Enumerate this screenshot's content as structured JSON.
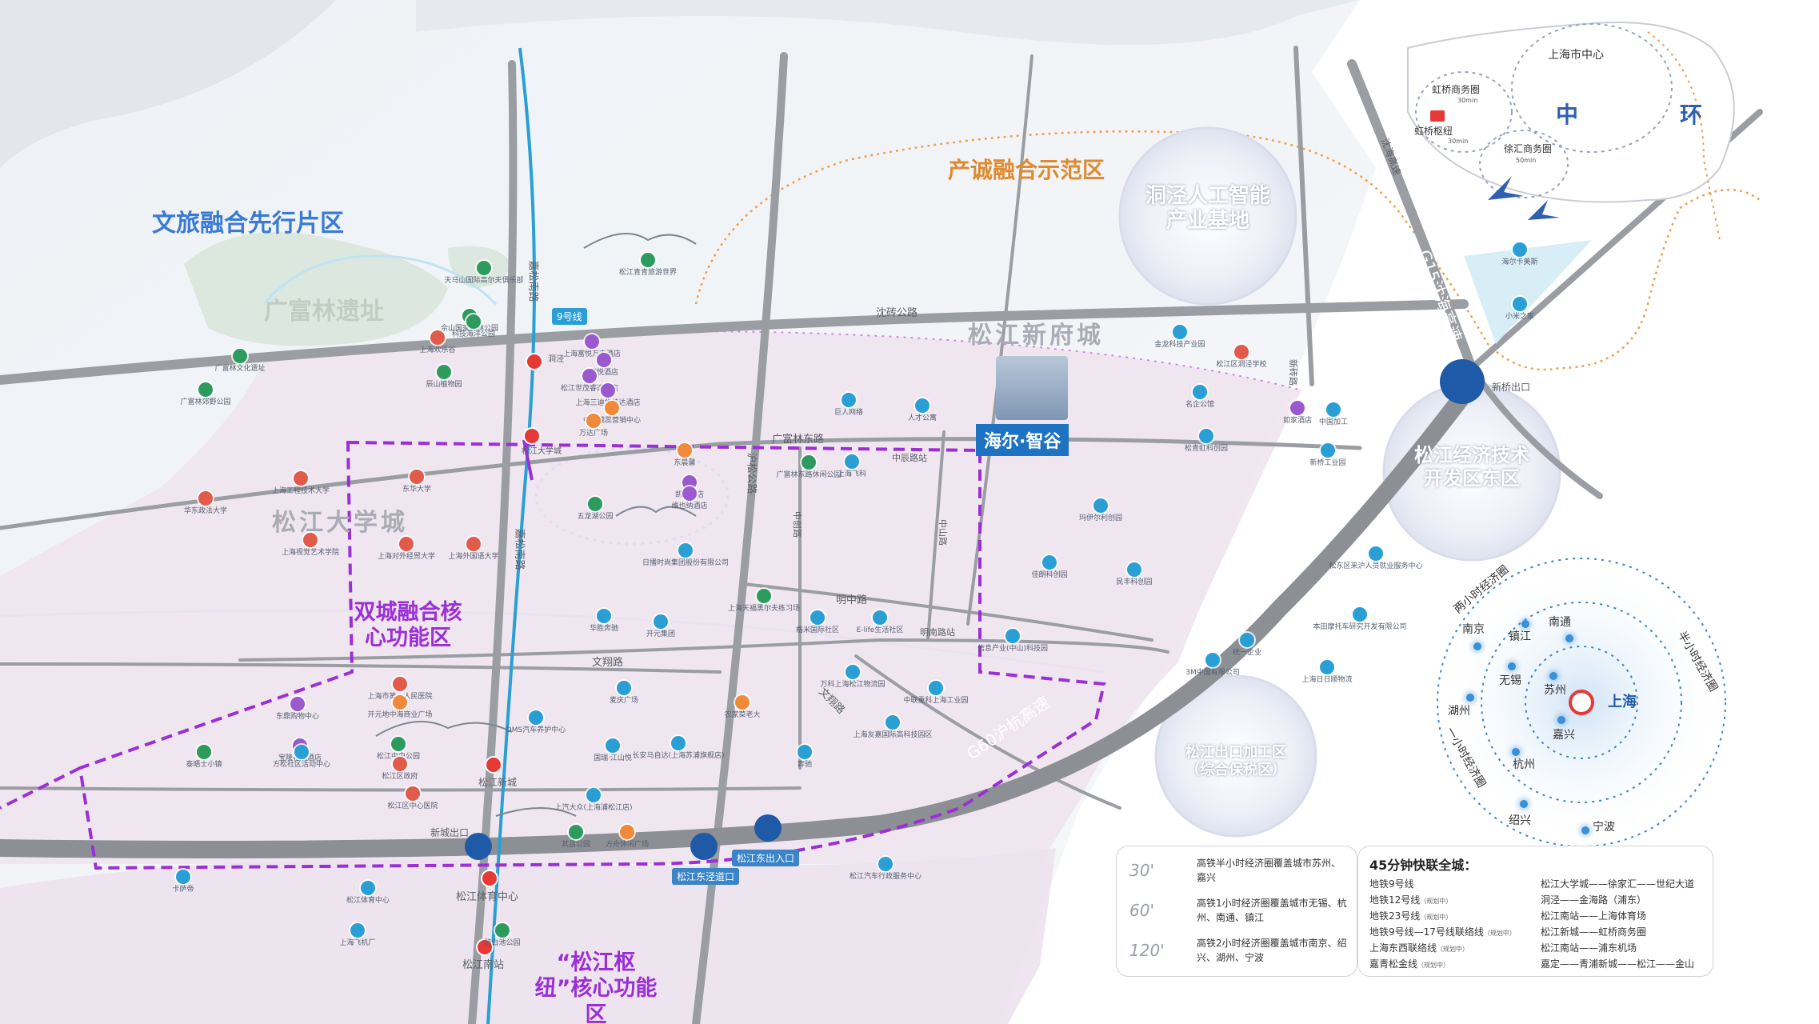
{
  "zones": {
    "wenlv": "文旅融合先行片区",
    "chancheng": "产诚融合示范区",
    "dongjing": "洞泾人工智能产业基地",
    "songjiang_xinfu": "松江新府城",
    "daxuecheng": "松江大学城",
    "shuangcheng": "双城融合核心功能区",
    "econ_dev": "松江经济技术开发区东区",
    "export": "松江出口加工区（综合保税区）",
    "shuniu": "“松江枢纽”核心功能区",
    "guangfulin": "广富林遗址"
  },
  "roads": {
    "shenzhuan": "沈砖公路",
    "guangfulin": "广富林东路",
    "mingzhong": "明中路",
    "wenxiang": "文翔路",
    "wenxiang2": "文翔路",
    "jiasong_north": "嘉松南路",
    "jiasong_south": "嘉松南路",
    "husong": "沪松公路",
    "zhongchuang": "中创路",
    "zhongshan": "中山路",
    "xinzhuan": "新砖路",
    "g60a": "G60沪杭高速",
    "g60b": "G60沪杭高速",
    "shenhai": "沈海高速",
    "g15": "G15沈海高速",
    "line9": "9号线"
  },
  "stations": [
    {
      "name": "洞泾"
    },
    {
      "name": "松江大学城"
    },
    {
      "name": "松江新城"
    },
    {
      "name": "松江体育中心"
    },
    {
      "name": "松江南站"
    },
    {
      "name": "中辰路站"
    },
    {
      "name": "明南路站"
    }
  ],
  "exits": {
    "xincheng": "新城出口",
    "dongjing": "松江东泾道口",
    "dongchu": "松江东出入口",
    "xinqiao": "新桥出口"
  },
  "project": {
    "name": "海尔·智谷"
  },
  "pois": [
    {
      "name": "松江青青旅游世界",
      "c": "#2e9b5e"
    },
    {
      "name": "天马山国际高尔夫俱乐部",
      "c": "#2e9b5e"
    },
    {
      "name": "佘山国家森林公园",
      "c": "#2e9b5e"
    },
    {
      "name": "科技海洋公园",
      "c": "#2e9b5e"
    },
    {
      "name": "上海欢乐谷",
      "c": "#e15a4a"
    },
    {
      "name": "辰山植物园",
      "c": "#2e9b5e"
    },
    {
      "name": "广富林文化遗址",
      "c": "#2e9b5e"
    },
    {
      "name": "广富林郊野公园",
      "c": "#2e9b5e"
    },
    {
      "name": "上海工程技术大学",
      "c": "#e15a4a"
    },
    {
      "name": "东华大学",
      "c": "#e15a4a"
    },
    {
      "name": "上海视觉艺术学院",
      "c": "#e15a4a"
    },
    {
      "name": "上海对外经贸大学",
      "c": "#e15a4a"
    },
    {
      "name": "上海外国语大学",
      "c": "#e15a4a"
    },
    {
      "name": "华东政法大学",
      "c": "#e15a4a"
    },
    {
      "name": "上海富悦万丰酒店",
      "c": "#9b59d0"
    },
    {
      "name": "富悦酒店",
      "c": "#9b59d0"
    },
    {
      "name": "松江世茂睿选酒店",
      "c": "#9b59d0"
    },
    {
      "name": "上海三迪华美达酒店",
      "c": "#9b59d0"
    },
    {
      "name": "中展璞蕊营销中心",
      "c": "#f08a3a"
    },
    {
      "name": "万达广场",
      "c": "#f08a3a"
    },
    {
      "name": "泰晤士小镇",
      "c": "#2e9b5e"
    },
    {
      "name": "五龙湖公园",
      "c": "#2e9b5e"
    },
    {
      "name": "日播时尚集团股份有限公司",
      "c": "#2a9fd6"
    },
    {
      "name": "凯悦酒店",
      "c": "#9b59d0"
    },
    {
      "name": "维也纳酒店",
      "c": "#9b59d0"
    },
    {
      "name": "东晨馨",
      "c": "#f08a3a"
    },
    {
      "name": "广富林东路休闲公园",
      "c": "#2e9b5e"
    },
    {
      "name": "上海天福黑尔夫练习场",
      "c": "#2e9b5e"
    },
    {
      "name": "华胜奔驰",
      "c": "#2a9fd6"
    },
    {
      "name": "格米国际社区",
      "c": "#2a9fd6"
    },
    {
      "name": "开元集团",
      "c": "#2a9fd6"
    },
    {
      "name": "E-life生活社区",
      "c": "#2a9fd6"
    },
    {
      "name": "信息产业(中山)科技园",
      "c": "#2a9fd6"
    },
    {
      "name": "万科上海松江物流园",
      "c": "#2a9fd6"
    },
    {
      "name": "中联重科上海工业园",
      "c": "#2a9fd6"
    },
    {
      "name": "上海友嘉国际高科技园区",
      "c": "#2a9fd6"
    },
    {
      "name": "巨人网络",
      "c": "#2a9fd6"
    },
    {
      "name": "人才公寓",
      "c": "#2a9fd6"
    },
    {
      "name": "上海飞科",
      "c": "#2a9fd6"
    },
    {
      "name": "玛伊尔利创园",
      "c": "#2a9fd6"
    },
    {
      "name": "佳朗科创园",
      "c": "#2a9fd6"
    },
    {
      "name": "民丰科创园",
      "c": "#2a9fd6"
    },
    {
      "name": "名企公馆",
      "c": "#2a9fd6"
    },
    {
      "name": "松青虹科创园",
      "c": "#2a9fd6"
    },
    {
      "name": "如家酒店",
      "c": "#9b59d0"
    },
    {
      "name": "中国加工",
      "c": "#2a9fd6"
    },
    {
      "name": "新桥工业园",
      "c": "#2a9fd6"
    },
    {
      "name": "金龙科技产业园",
      "c": "#2a9fd6"
    },
    {
      "name": "松江区洞泾学校",
      "c": "#e15a4a"
    },
    {
      "name": "海尔卡美斯",
      "c": "#2a9fd6"
    },
    {
      "name": "小米之家",
      "c": "#2a9fd6"
    },
    {
      "name": "松东区来沪人员就业服务中心",
      "c": "#2a9fd6"
    },
    {
      "name": "本田摩托车研究开发有限公司",
      "c": "#2a9fd6"
    },
    {
      "name": "统一企业",
      "c": "#2a9fd6"
    },
    {
      "name": "3M中国有限公司",
      "c": "#2a9fd6"
    },
    {
      "name": "上海日日顺物流",
      "c": "#2a9fd6"
    },
    {
      "name": "上海市第一人民医院",
      "c": "#e15a4a"
    },
    {
      "name": "开元地中海商业广场",
      "c": "#f08a3a"
    },
    {
      "name": "东鼎购物中心",
      "c": "#9b59d0"
    },
    {
      "name": "松江中央公园",
      "c": "#2e9b5e"
    },
    {
      "name": "松江区政府",
      "c": "#e15a4a"
    },
    {
      "name": "宝隆花园酒店",
      "c": "#9b59d0"
    },
    {
      "name": "方松社区活动中心",
      "c": "#2a9fd6"
    },
    {
      "name": "DMS汽车养护中心",
      "c": "#2a9fd6"
    },
    {
      "name": "麦庆广场",
      "c": "#2a9fd6"
    },
    {
      "name": "国瑞·江山悦",
      "c": "#2a9fd6"
    },
    {
      "name": "长安马自达(上海苏浦旗舰店)",
      "c": "#2a9fd6"
    },
    {
      "name": "上汽大众(上海浦松江店)",
      "c": "#2a9fd6"
    },
    {
      "name": "松江区中心医院",
      "c": "#e15a4a"
    },
    {
      "name": "农家菜老大",
      "c": "#f08a3a"
    },
    {
      "name": "奔驰",
      "c": "#2a9fd6"
    },
    {
      "name": "其昌公园",
      "c": "#2e9b5e"
    },
    {
      "name": "方舟休闲广场",
      "c": "#f08a3a"
    },
    {
      "name": "松江体育中心",
      "c": "#2a9fd6"
    },
    {
      "name": "松江汽车行政服务中心",
      "c": "#2a9fd6"
    },
    {
      "name": "卡萨帝",
      "c": "#2a9fd6"
    },
    {
      "name": "上海飞机厂",
      "c": "#2a9fd6"
    },
    {
      "name": "醉白池公园",
      "c": "#2e9b5e"
    }
  ],
  "inset": {
    "center": "上海市中心",
    "hongqiao_biz": "虹桥商务圈",
    "hongqiao_biz_time": "30min",
    "hongqiao_hub": "虹桥枢纽",
    "hongqiao_hub_time": "30min",
    "xuhui": "徐汇商务圈",
    "xuhui_time": "50min",
    "zhong": "中",
    "huan": "环"
  },
  "econ": {
    "cities": [
      "南京",
      "镇江",
      "南通",
      "无锡",
      "苏州",
      "上海",
      "湖州",
      "嘉兴",
      "杭州",
      "绍兴",
      "宁波"
    ],
    "half": "半小时经济圈",
    "one": "一小时经济圈",
    "two": "两小时经济圈"
  },
  "hsr": [
    {
      "mark": "30'",
      "text": "高铁半小时经济圈覆盖城市苏州、嘉兴"
    },
    {
      "mark": "60'",
      "text": "高铁1小时经济圈覆盖城市无锡、杭州、南通、镇江"
    },
    {
      "mark": "120'",
      "text": "高铁2小时经济圈覆盖城市南京、绍兴、湖州、宁波"
    }
  ],
  "transit": {
    "title": "45分钟快联全城：",
    "rows": [
      {
        "line": "地铁9号线",
        "note": "",
        "dest": "松江大学城——徐家汇——世纪大道"
      },
      {
        "line": "地铁12号线",
        "note": "（规划中）",
        "dest": "洞泾——金海路（浦东）"
      },
      {
        "line": "地铁23号线",
        "note": "（规划中）",
        "dest": "松江南站——上海体育场"
      },
      {
        "line": "地铁9号线—17号线联络线",
        "note": "（规划中）",
        "dest": "松江新城——虹桥商务圈"
      },
      {
        "line": "上海东西联络线",
        "note": "（规划中）",
        "dest": "松江南站——浦东机场"
      },
      {
        "line": "嘉青松金线",
        "note": "（规划中）",
        "dest": "嘉定——青浦新城——松江——金山"
      }
    ]
  },
  "colors": {
    "purple": "#9b2fd6",
    "orange": "#f0a050",
    "road": "#8a8d92",
    "metro": "#2a9fd6",
    "blue": "#1f5aa8"
  }
}
